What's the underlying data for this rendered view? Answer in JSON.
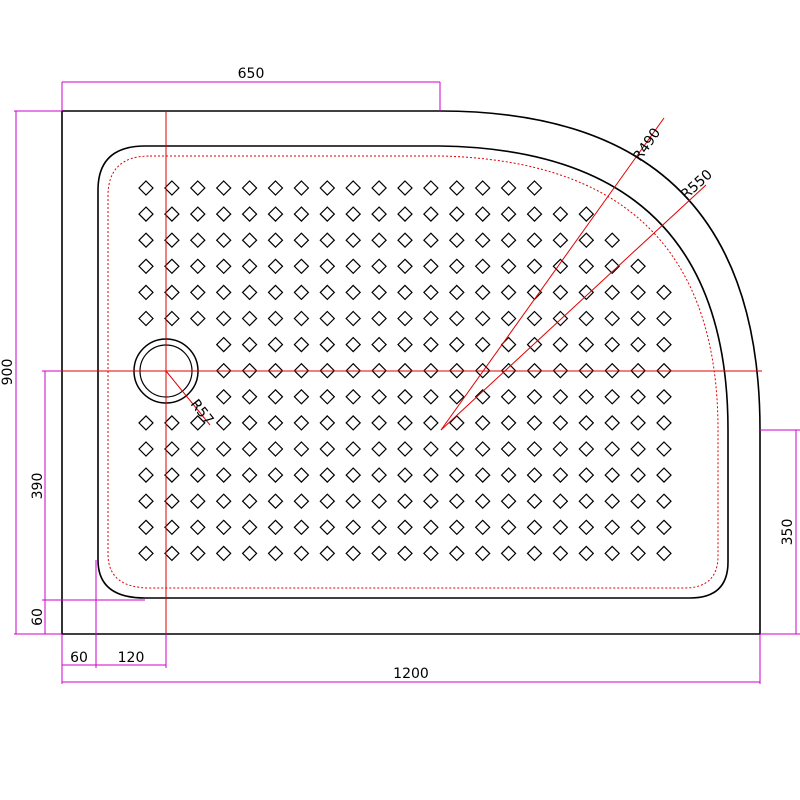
{
  "dimensions": {
    "top_650": "650",
    "left_900": "900",
    "left_390": "390",
    "left_60": "60",
    "bottom_60": "60",
    "bottom_120": "120",
    "bottom_1200": "1200",
    "right_350": "350"
  },
  "radii": {
    "r490": "R490",
    "r550": "R550",
    "r57": "R57"
  },
  "colors": {
    "dimension": "#cc00cc",
    "centerline": "#e00000",
    "outline": "#000000"
  },
  "pattern": {
    "rows": 15,
    "cols": 21
  }
}
